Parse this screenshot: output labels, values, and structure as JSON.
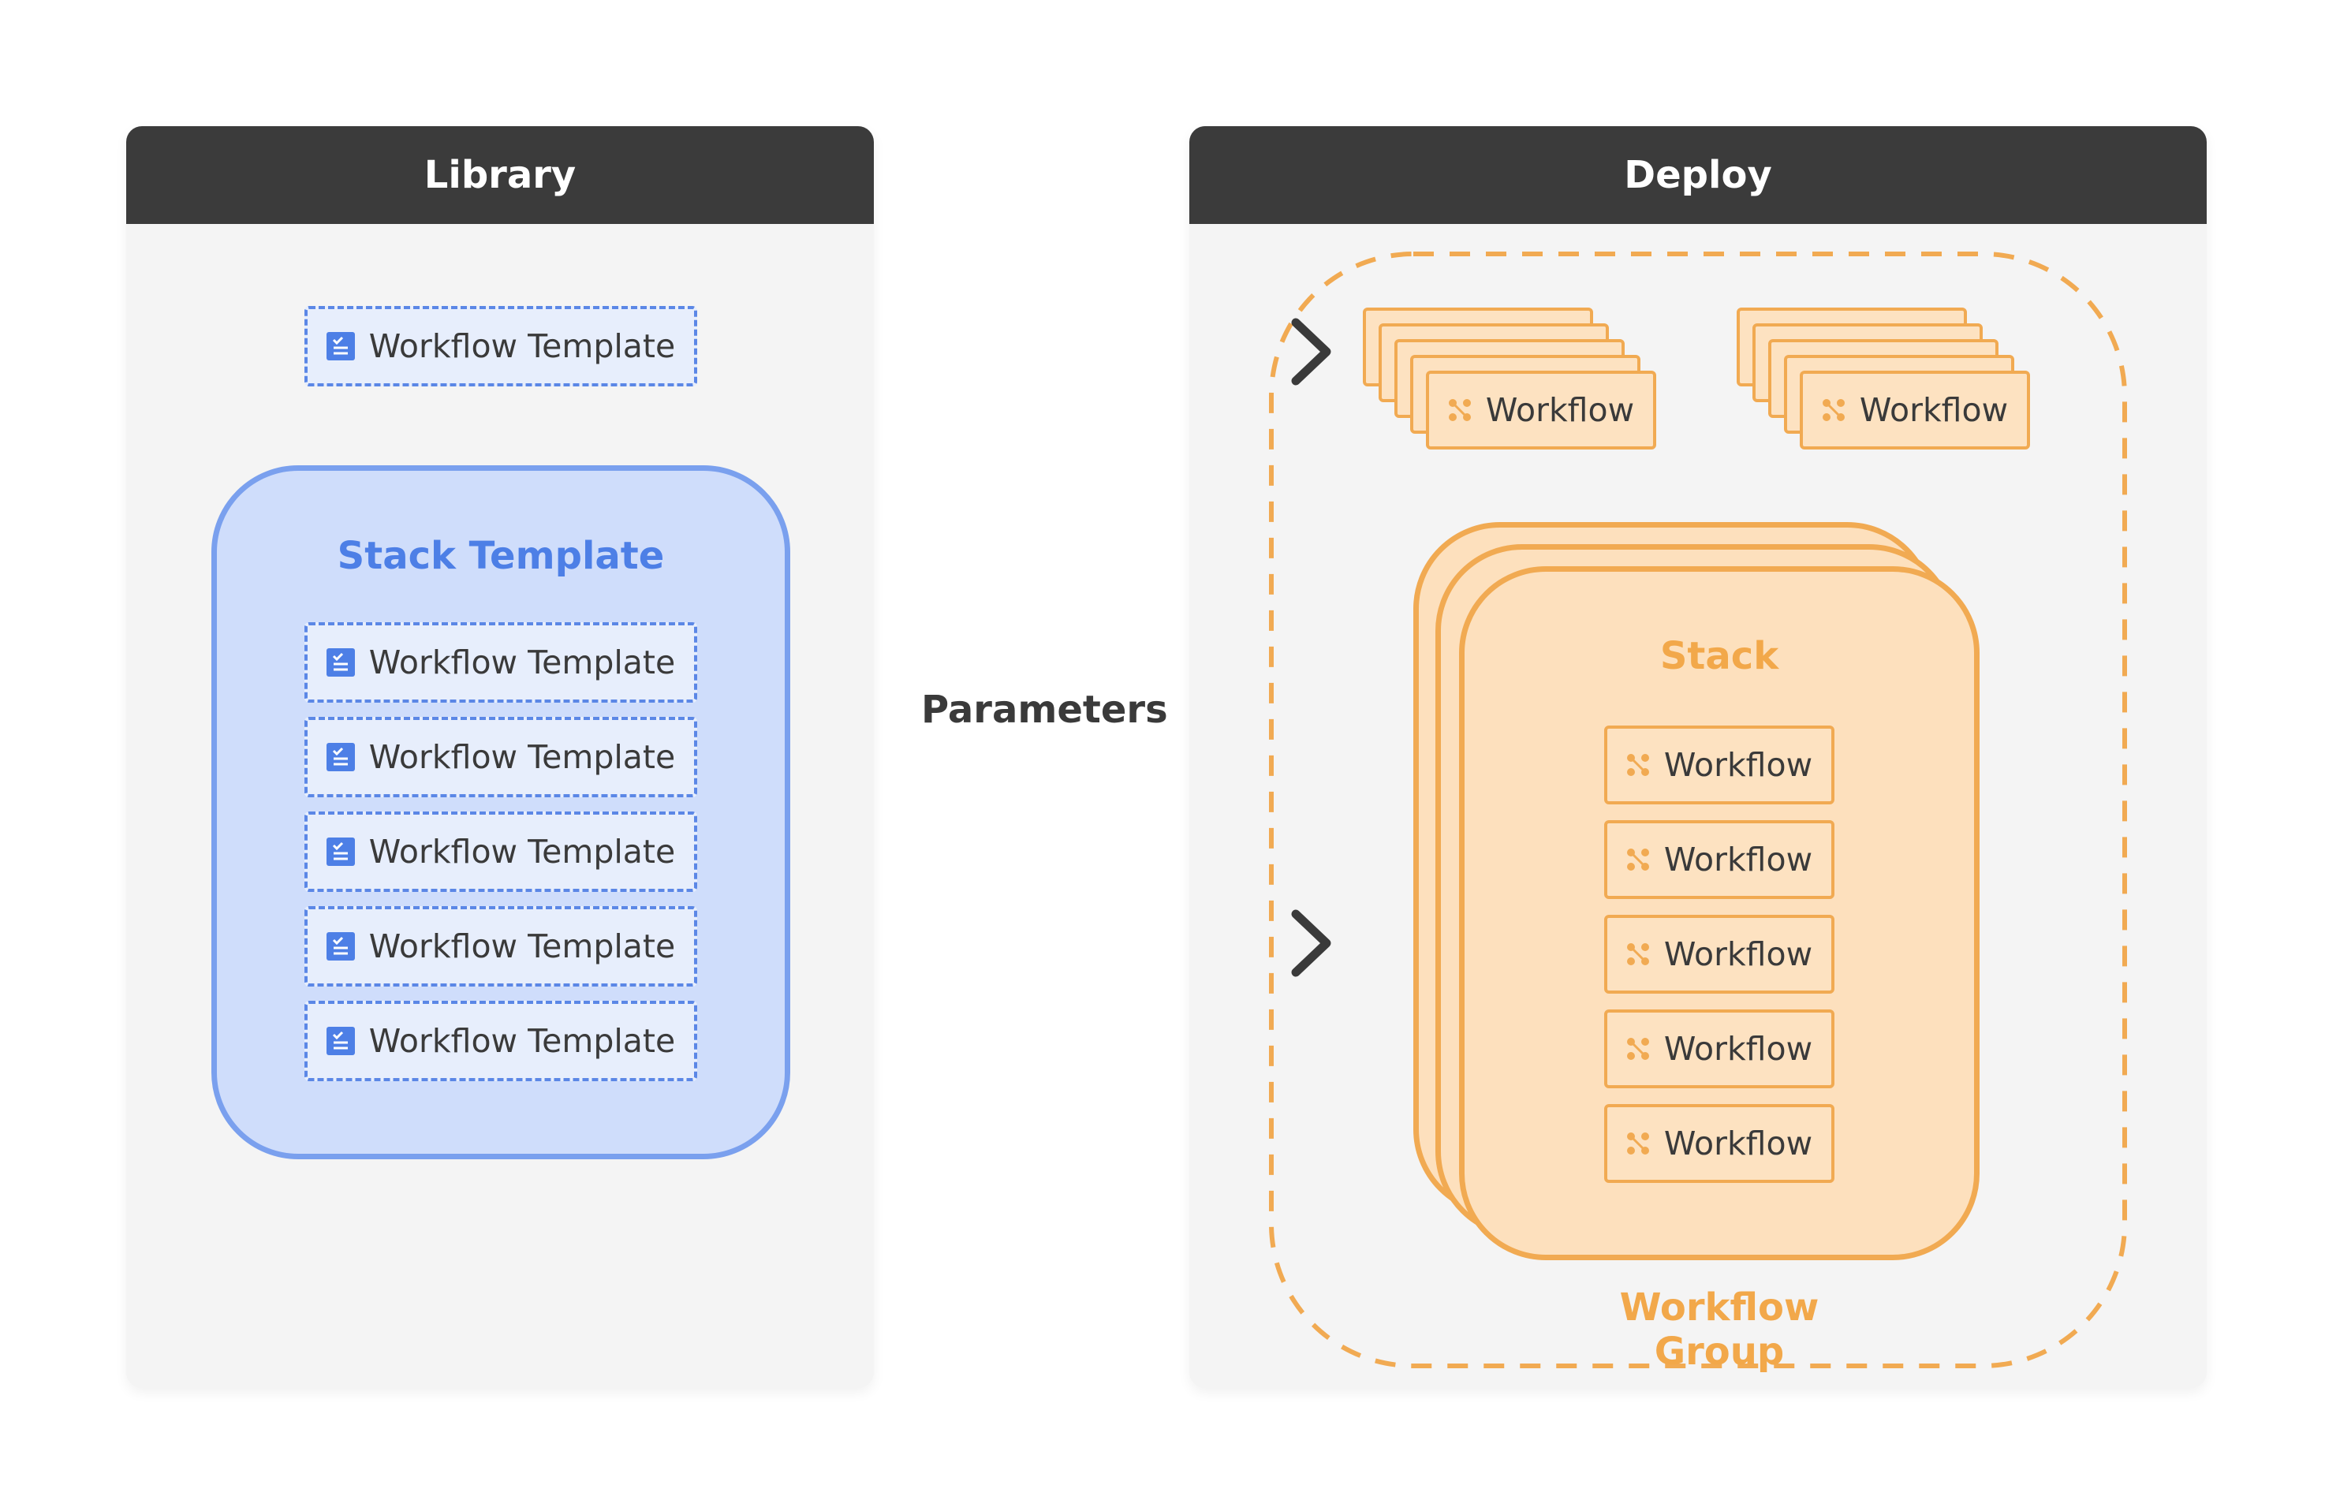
{
  "library": {
    "title": "Library",
    "workflow_template_label": "Workflow Template",
    "stack_template": {
      "title": "Stack Template",
      "items": [
        "Workflow Template",
        "Workflow Template",
        "Workflow Template",
        "Workflow Template",
        "Workflow Template"
      ]
    }
  },
  "connector": {
    "label": "Parameters"
  },
  "deploy": {
    "title": "Deploy",
    "group_label": "Workflow Group",
    "workflow_stacks": [
      "Workflow",
      "Workflow"
    ],
    "stack": {
      "title": "Stack",
      "items": [
        "Workflow",
        "Workflow",
        "Workflow",
        "Workflow",
        "Workflow"
      ]
    }
  },
  "colors": {
    "library_accent": "#5b87e6",
    "deploy_accent": "#f1aa52",
    "header_bg": "#3b3b3b"
  }
}
